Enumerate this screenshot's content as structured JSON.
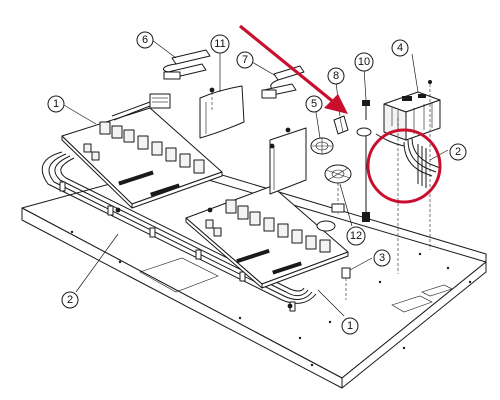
{
  "highlight_color": "#c8102e",
  "callouts": [
    {
      "id": "c6",
      "label": "6"
    },
    {
      "id": "c11",
      "label": "11"
    },
    {
      "id": "c7",
      "label": "7"
    },
    {
      "id": "c8",
      "label": "8"
    },
    {
      "id": "c10",
      "label": "10"
    },
    {
      "id": "c4",
      "label": "4"
    },
    {
      "id": "c1a",
      "label": "1"
    },
    {
      "id": "c5",
      "label": "5"
    },
    {
      "id": "c2a",
      "label": "2"
    },
    {
      "id": "c12",
      "label": "12"
    },
    {
      "id": "c3",
      "label": "3"
    },
    {
      "id": "c2b",
      "label": "2"
    },
    {
      "id": "c1b",
      "label": "1"
    }
  ]
}
